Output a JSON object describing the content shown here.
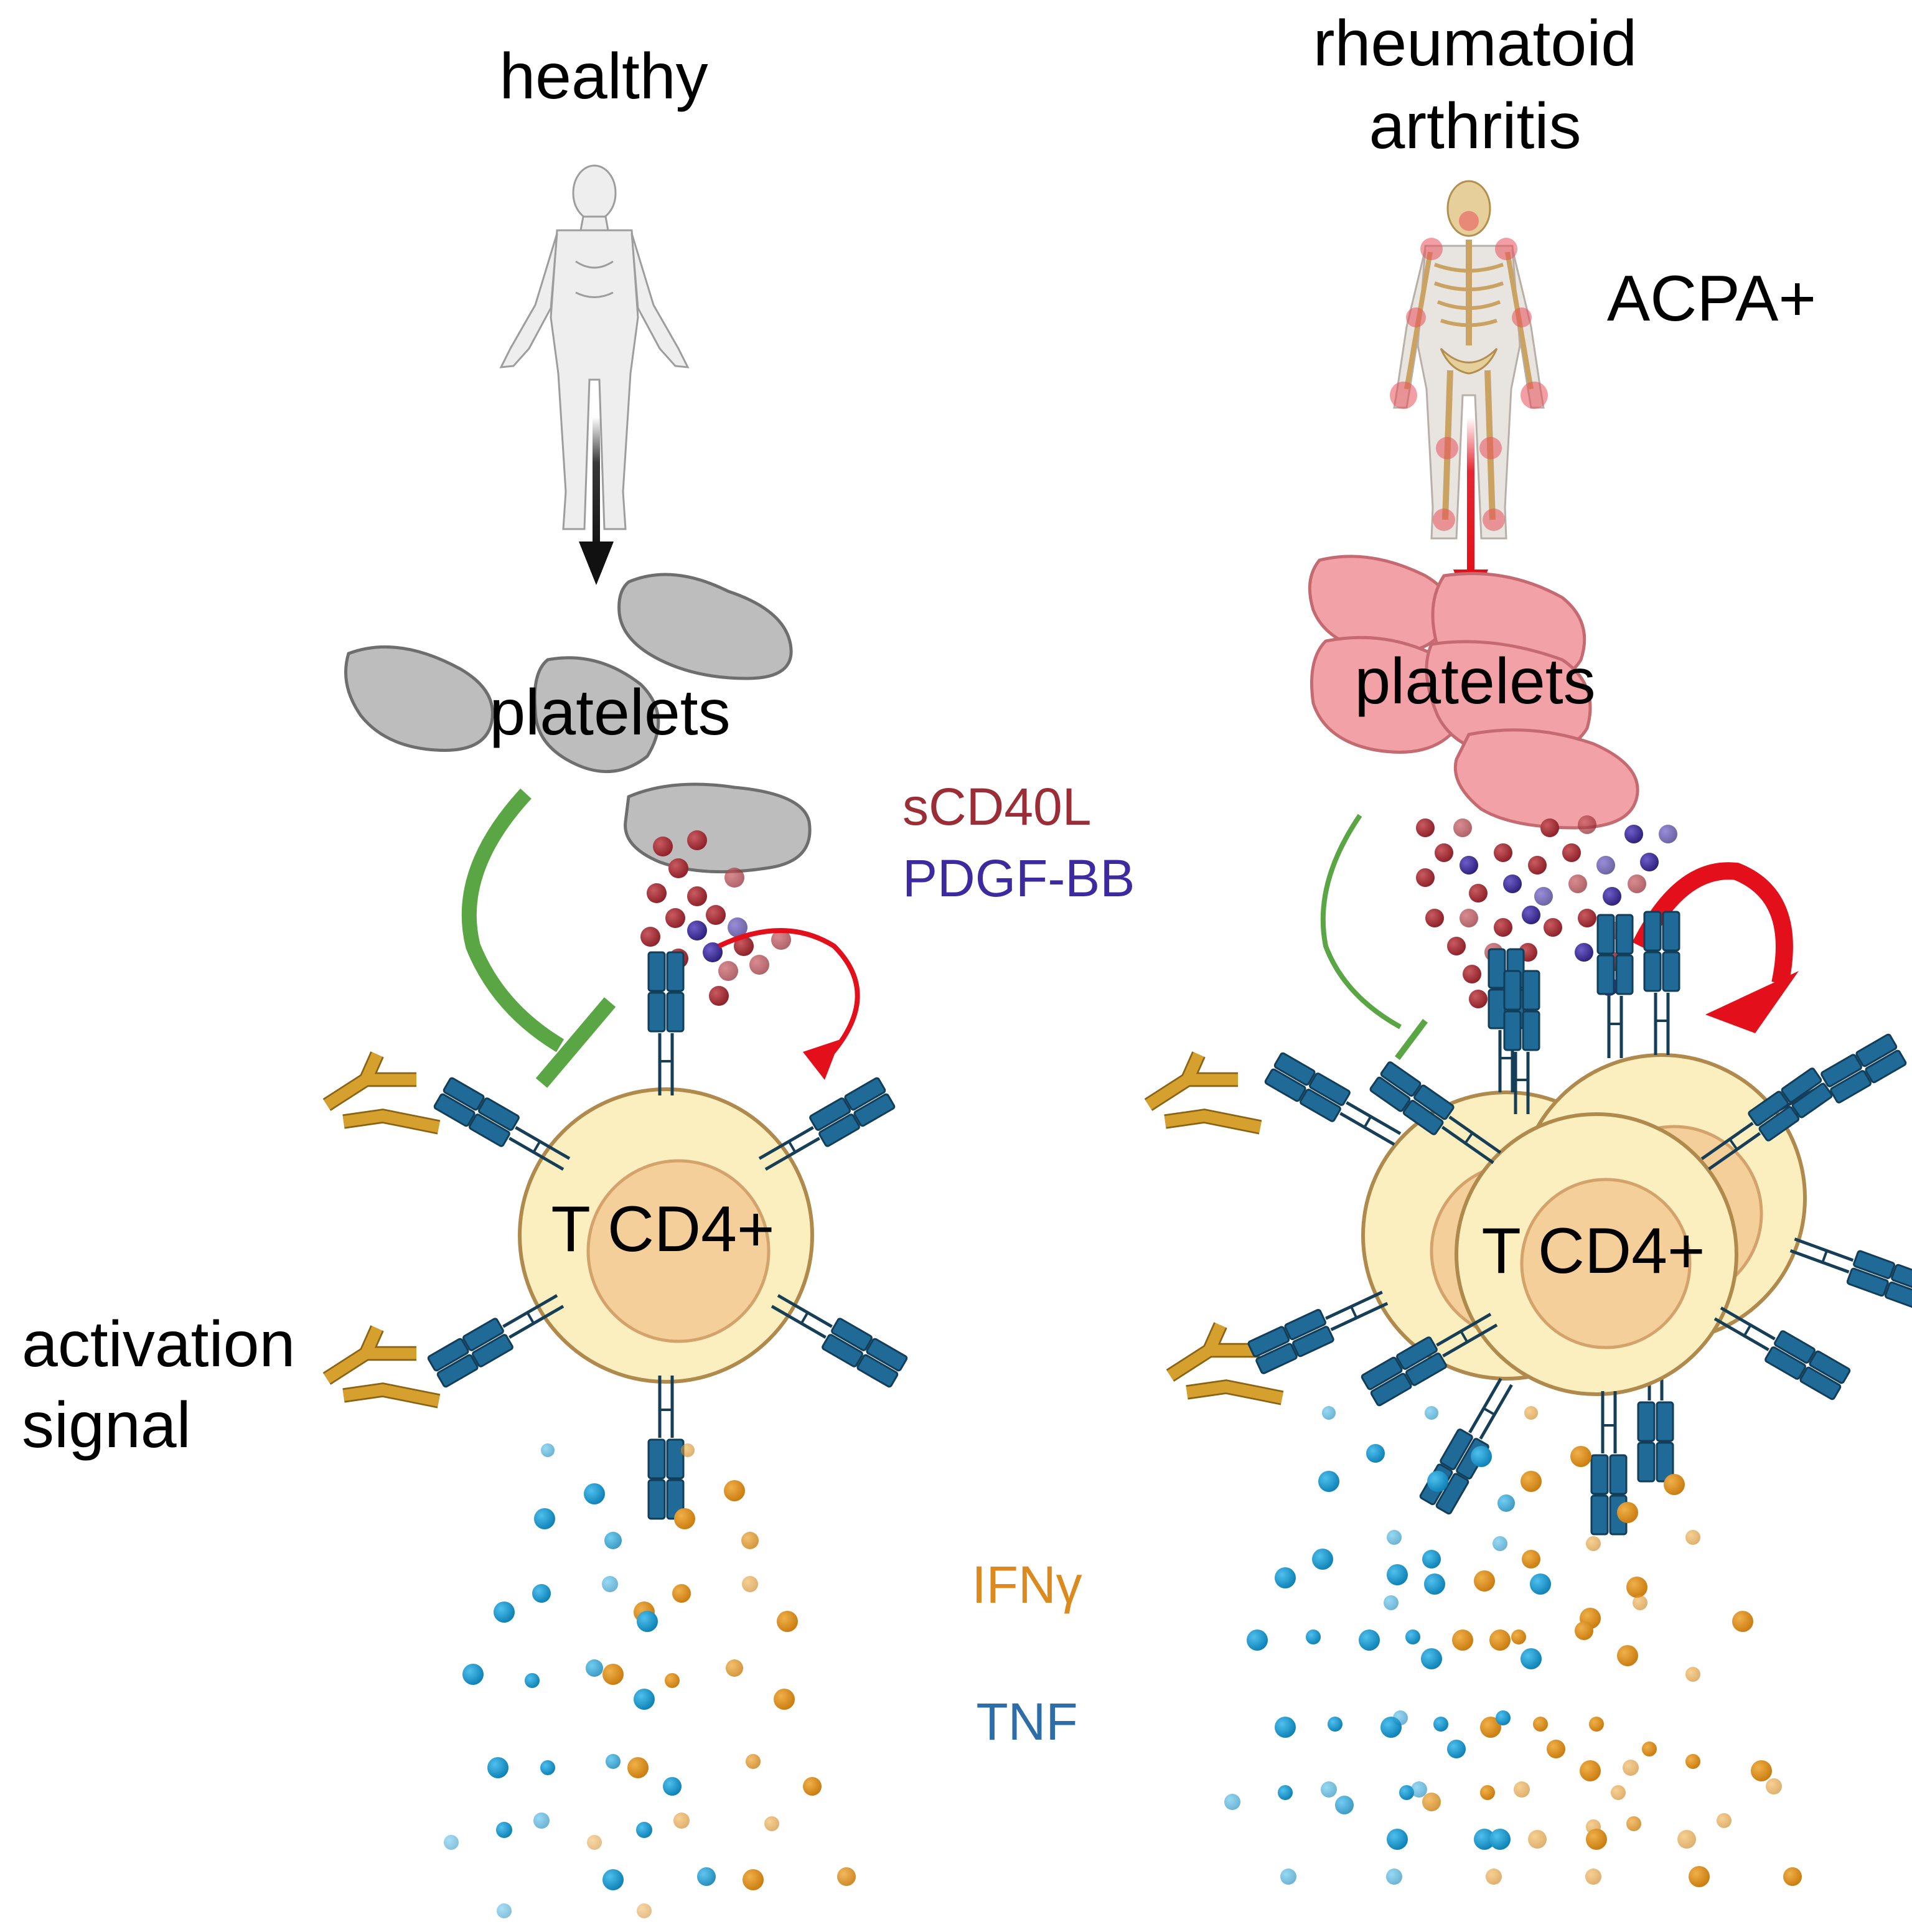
{
  "healthy_panel": {
    "title": "healthy",
    "platelets_label": "platelets",
    "cell_label": "T CD4+"
  },
  "ra_panel": {
    "title_line1": "rheumatoid",
    "title_line2": "arthritis",
    "acpa_label": "ACPA+",
    "platelets_label": "platelets",
    "cell_label": "T CD4+"
  },
  "mediators": {
    "scd40l": "sCD40L",
    "pdgf": "PDGF-BB"
  },
  "activation": {
    "line1": "activation",
    "line2": "signal"
  },
  "cytokines": {
    "ifng": "IFNγ",
    "tnf": "TNF"
  },
  "colors": {
    "scd40l": "#9b2d36",
    "pdgf": "#3d2aa0",
    "ifng": "#dc8a1e",
    "tnf": "#2e6ea8",
    "receptor": "#1f6a96",
    "inhibition": "#5aa645",
    "stimulation": "#e3101b",
    "healthy_platelet": "#bdbdbd",
    "ra_platelet": "#f0a3a8",
    "cell_outer": "#fbefc0",
    "cell_nucleus": "#f4cf9a",
    "antibody": "#d6a02f"
  },
  "icons": {
    "healthy_person": "human-body-icon",
    "ra_person": "skeleton-inflamed-joints-icon"
  }
}
